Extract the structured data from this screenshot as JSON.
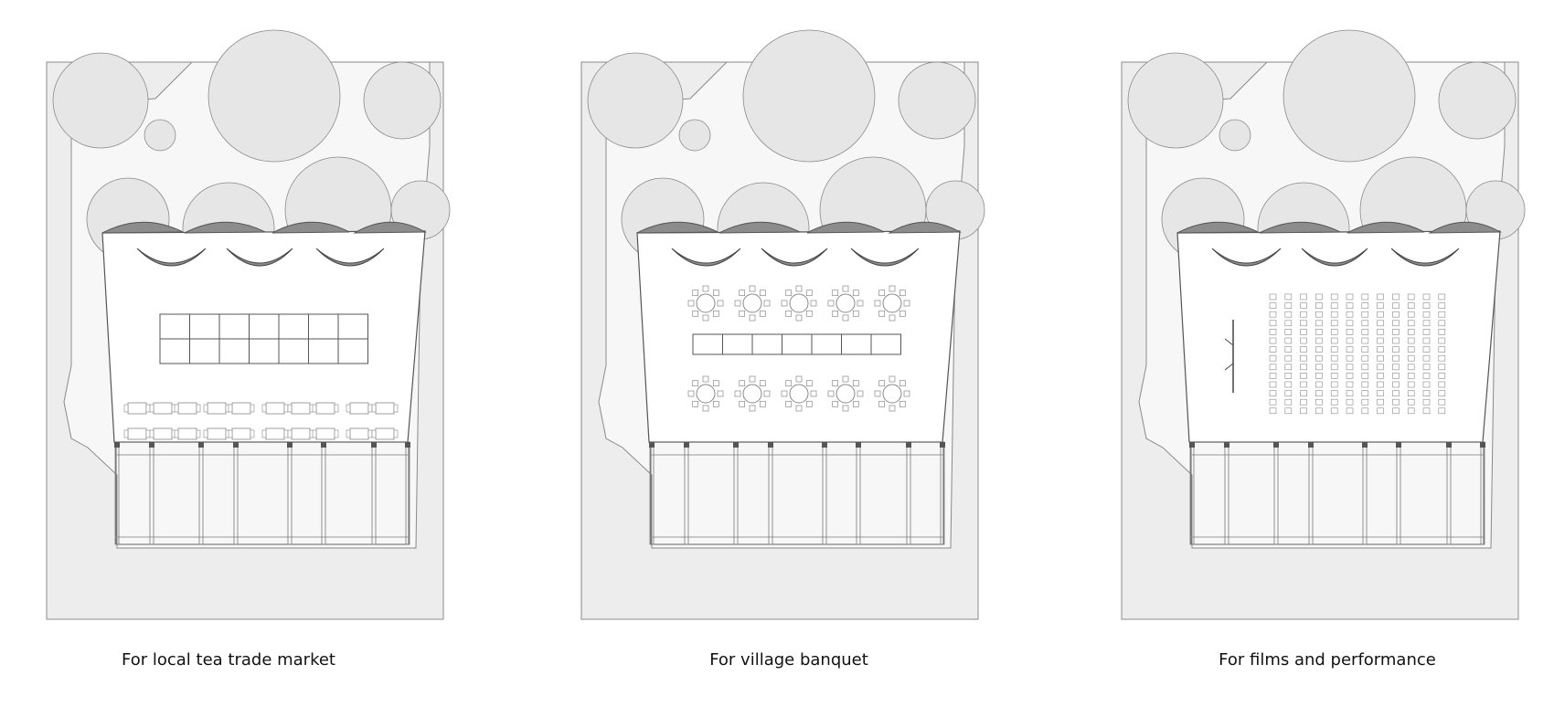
{
  "panels": [
    {
      "id": "market",
      "caption": "For local tea trade market"
    },
    {
      "id": "banquet",
      "caption": "For village banquet"
    },
    {
      "id": "films",
      "caption": "For films and performance"
    }
  ],
  "colors": {
    "site": "#ededed",
    "ground": "#f7f7f7",
    "tree": "#e6e6e6",
    "line": "#8a8a8a",
    "roof": "#8c8c8c",
    "furniture": "#888888"
  }
}
